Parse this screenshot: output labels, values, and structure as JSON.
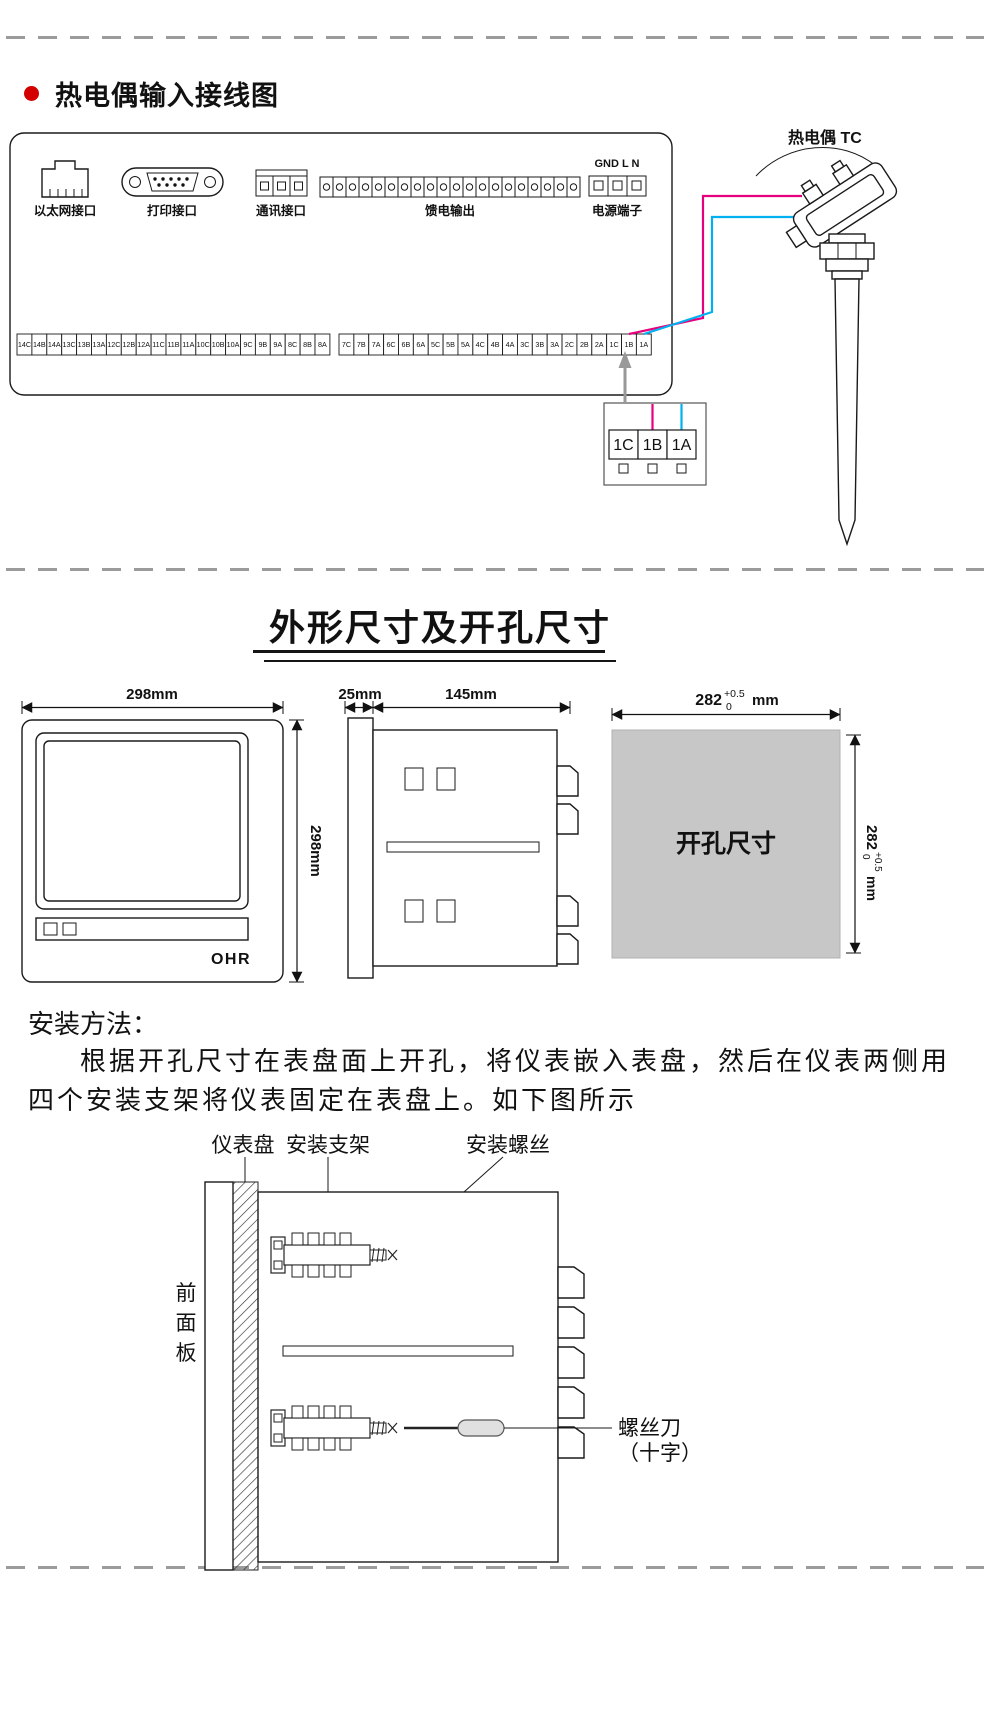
{
  "colors": {
    "accent_red": "#d40000",
    "wire_magenta": "#e6007e",
    "wire_cyan": "#00b0f0",
    "cutout_gray": "#c7c7c7"
  },
  "wiring": {
    "title": "热电偶输入接线图",
    "ports": {
      "ethernet": "以太网接口",
      "printer": "打印接口",
      "comm": "通讯接口",
      "feed": "馈电输出",
      "power": "电源端子",
      "power_pins": "GND L N"
    },
    "terminals_left": [
      "14C",
      "14B",
      "14A",
      "13C",
      "13B",
      "13A",
      "12C",
      "12B",
      "12A",
      "11C",
      "11B",
      "11A",
      "10C",
      "10B",
      "10A",
      "9C",
      "9B",
      "9A",
      "8C",
      "8B",
      "8A"
    ],
    "terminals_right": [
      "7C",
      "7B",
      "7A",
      "6C",
      "6B",
      "6A",
      "5C",
      "5B",
      "5A",
      "4C",
      "4B",
      "4A",
      "3C",
      "3B",
      "3A",
      "2C",
      "2B",
      "2A",
      "1C",
      "1B",
      "1A"
    ],
    "zoom_terminals": [
      "1C",
      "1B",
      "1A"
    ],
    "tc_label": "热电偶 TC"
  },
  "dimensions": {
    "title": "外形尺寸及开孔尺寸",
    "front": {
      "width": "298mm",
      "height": "298mm",
      "logo": "OHR"
    },
    "side": {
      "bezel": "25mm",
      "body": "145mm"
    },
    "cutout": {
      "value": "282",
      "tol_plus": "+0.5",
      "tol_minus": "0",
      "unit": "mm",
      "label": "开孔尺寸"
    }
  },
  "install": {
    "heading": "安装方法：",
    "paragraph": "根据开孔尺寸在表盘面上开孔，将仪表嵌入表盘，然后在仪表两侧用四个安装支架将仪表固定在表盘上。如下图所示",
    "labels": {
      "panel": "仪表盘",
      "bracket": "安装支架",
      "screw": "安装螺丝",
      "front_panel_chars": [
        "前",
        "面",
        "板"
      ],
      "screwdriver": "螺丝刀",
      "screwdriver_type": "（十字）"
    }
  }
}
